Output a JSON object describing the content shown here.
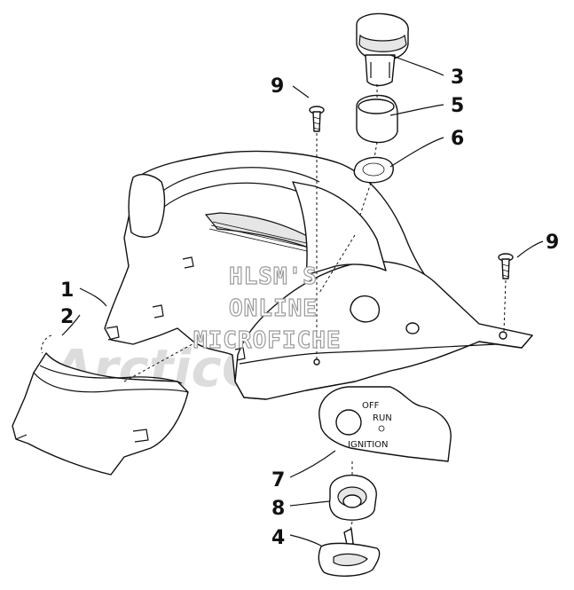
{
  "watermark": {
    "line1": "HLSM'S",
    "line2": "ONLINE",
    "line3": "MICROFICHE",
    "logo_text": "ArcticCat"
  },
  "callouts": {
    "c1": "1",
    "c2": "2",
    "c3": "3",
    "c4": "4",
    "c5": "5",
    "c6": "6",
    "c7": "7",
    "c8": "8",
    "c9_top": "9",
    "c9_right": "9"
  },
  "ignition_plate": {
    "off": "OFF",
    "run": "RUN",
    "ignition": "IGNITION"
  }
}
